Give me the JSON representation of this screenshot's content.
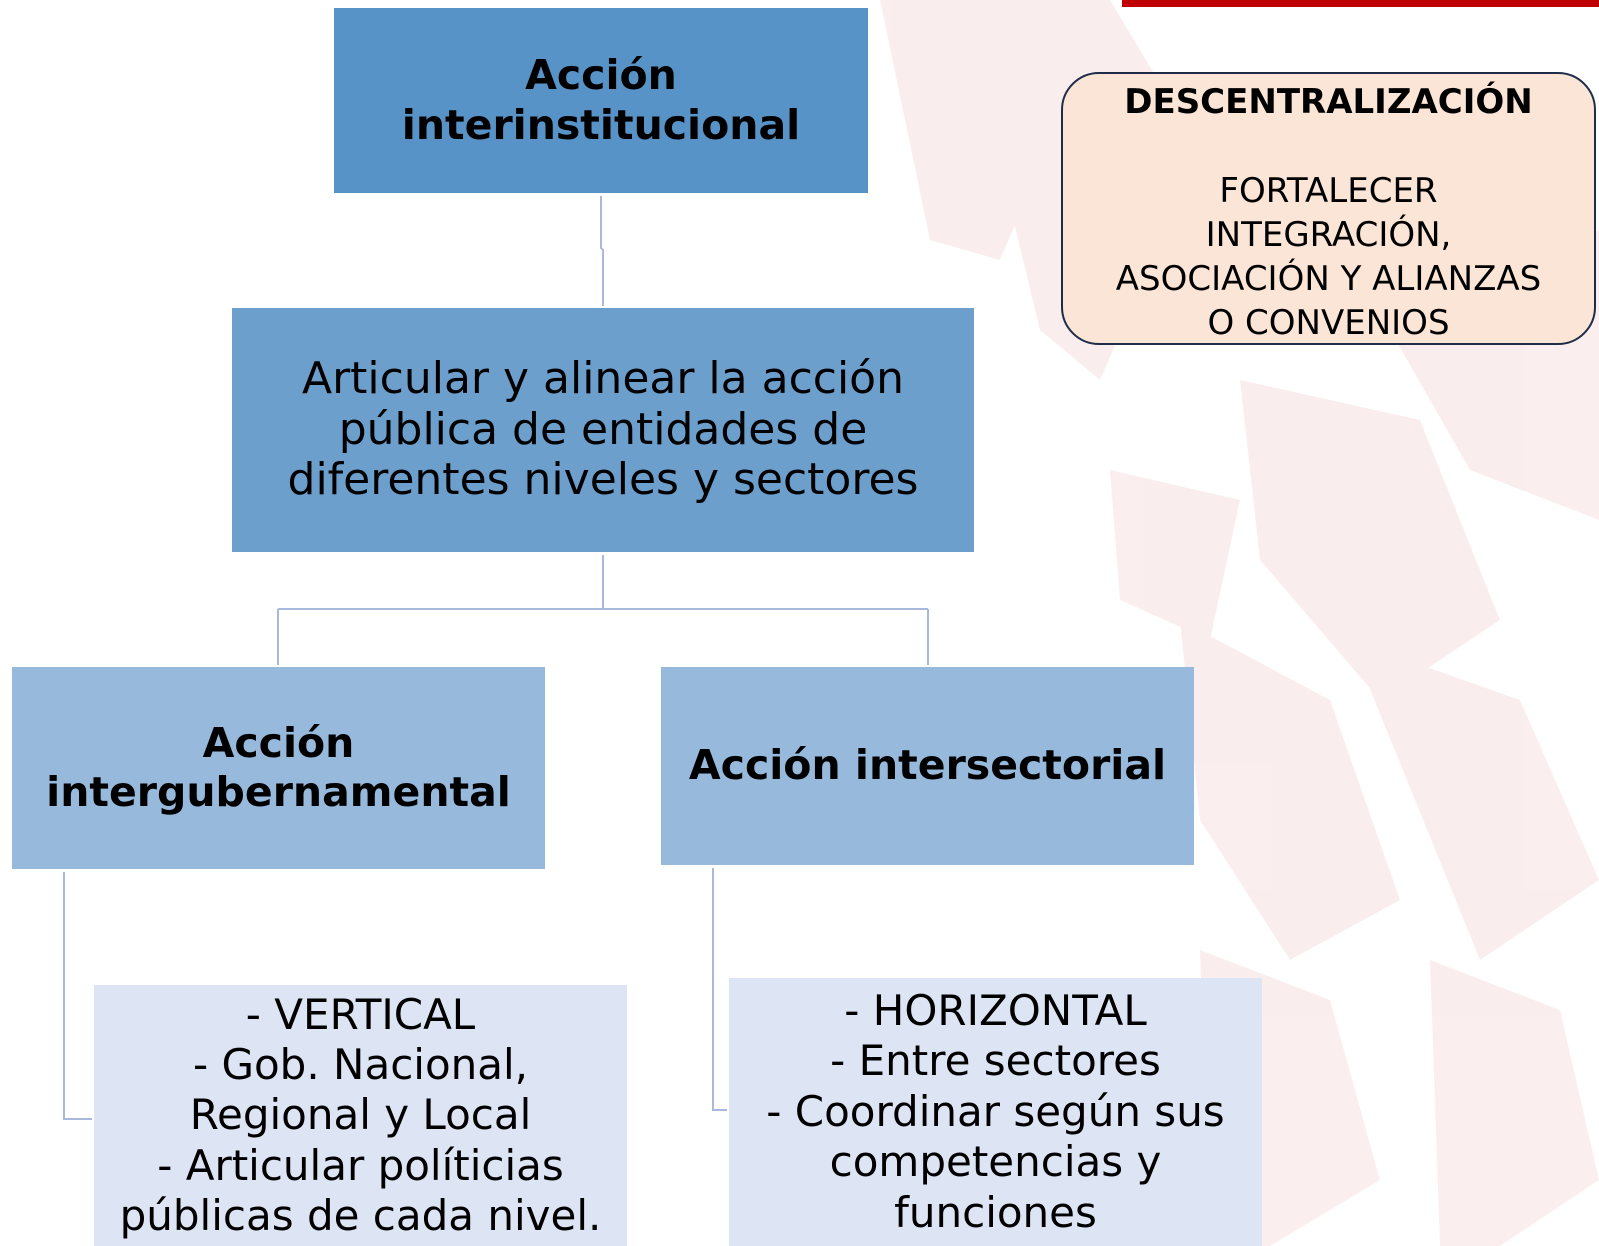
{
  "colors": {
    "root_fill": "#5793c6",
    "mid_fill": "#6d9fcd",
    "level2_fill": "#96b9dc",
    "detail_fill": "#dde4f3",
    "connector": "#a9b9dd",
    "callout_fill": "#fbe5d6",
    "callout_border": "#1f2d4a",
    "top_bar": "#c00000",
    "watermark": "#e8b4b0"
  },
  "diagram": {
    "root": {
      "label": "Acción interinstitucional"
    },
    "mid": {
      "label": "Articular y alinear la acción\npública de entidades de\ndiferentes niveles y sectores"
    },
    "left": {
      "label": "Acción\nintergubernamental"
    },
    "right": {
      "label": "Acción intersectorial"
    },
    "left_detail": {
      "label": "- VERTICAL\n- Gob. Nacional,\nRegional y Local\n- Articular políticias\npúblicas de cada nivel."
    },
    "right_detail": {
      "label": "- HORIZONTAL\n- Entre sectores\n- Coordinar según sus\ncompetencias y\nfunciones"
    }
  },
  "callout": {
    "title": "DESCENTRALIZACIÓN",
    "body": "FORTALECER\nINTEGRACIÓN,\nASOCIACIÓN Y ALIANZAS\nO CONVENIOS"
  }
}
